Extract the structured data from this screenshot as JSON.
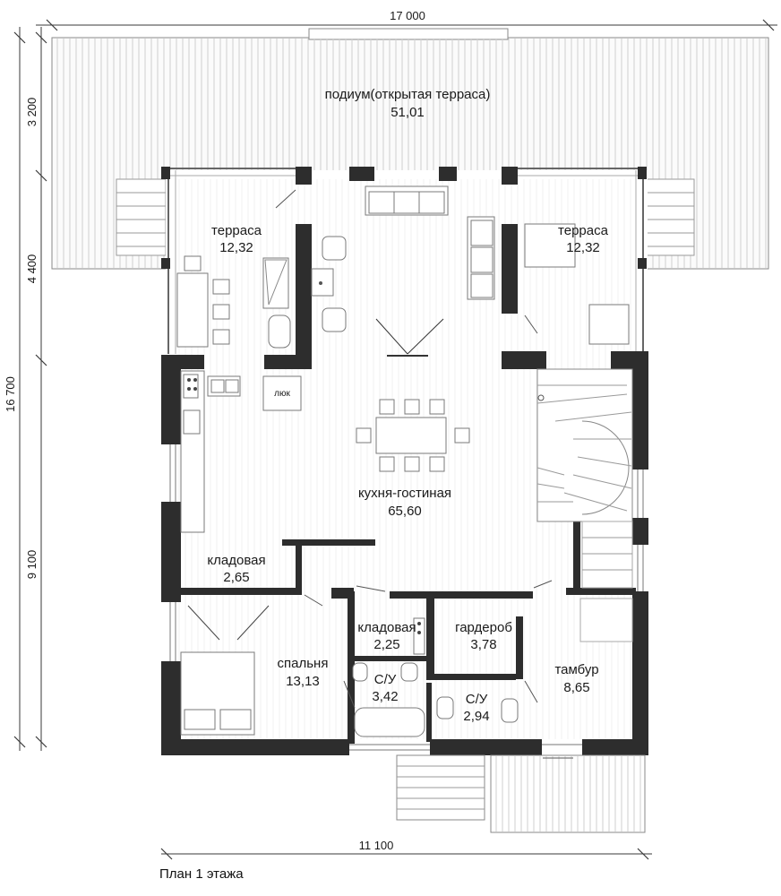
{
  "dimensions": {
    "top_width": "17 000",
    "bottom_width": "11 100",
    "left_total": "16 700",
    "left_segment_1": "3 200",
    "left_segment_2": "4 400",
    "left_segment_3": "9 100"
  },
  "rooms": {
    "podium": {
      "name": "подиум(открытая терраса)",
      "area": "51,01"
    },
    "terrace_left": {
      "name": "терраса",
      "area": "12,32"
    },
    "terrace_right": {
      "name": "терраса",
      "area": "12,32"
    },
    "hatch": {
      "name": "люк"
    },
    "kitchen_living": {
      "name": "кухня-гостиная",
      "area": "65,60"
    },
    "pantry_1": {
      "name": "кладовая",
      "area": "2,65"
    },
    "pantry_2": {
      "name": "кладовая",
      "area": "2,25"
    },
    "wardrobe": {
      "name": "гардероб",
      "area": "3,78"
    },
    "bedroom": {
      "name": "спальня",
      "area": "13,13"
    },
    "bathroom_1": {
      "name": "С/У",
      "area": "3,42"
    },
    "bathroom_2": {
      "name": "С/У",
      "area": "2,94"
    },
    "vestibule": {
      "name": "тамбур",
      "area": "8,65"
    }
  },
  "caption": "План 1 этажа"
}
